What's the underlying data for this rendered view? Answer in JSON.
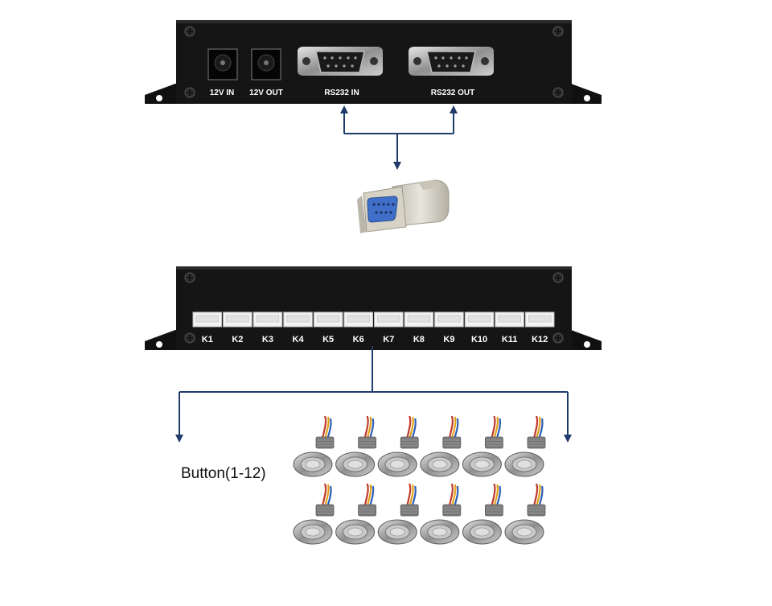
{
  "top_device": {
    "ports": [
      {
        "id": "12v-in",
        "label": "12V IN"
      },
      {
        "id": "12v-out",
        "label": "12V OUT"
      },
      {
        "id": "rs232-in",
        "label": "RS232 IN"
      },
      {
        "id": "rs232-out",
        "label": "RS232 OUT"
      }
    ]
  },
  "bottom_device": {
    "keys": [
      "K1",
      "K2",
      "K3",
      "K4",
      "K5",
      "K6",
      "K7",
      "K8",
      "K9",
      "K10",
      "K11",
      "K12"
    ]
  },
  "buttons": {
    "caption": "Button(1-12)",
    "count": 12
  },
  "colors": {
    "device_body": "#141414",
    "arrow": "#1f3b6b",
    "terminal": "#f2f2f2",
    "connector_shell": "#d9d6cc",
    "connector_face": "#3f6fc9",
    "button_metal": "#a9a9a9"
  }
}
